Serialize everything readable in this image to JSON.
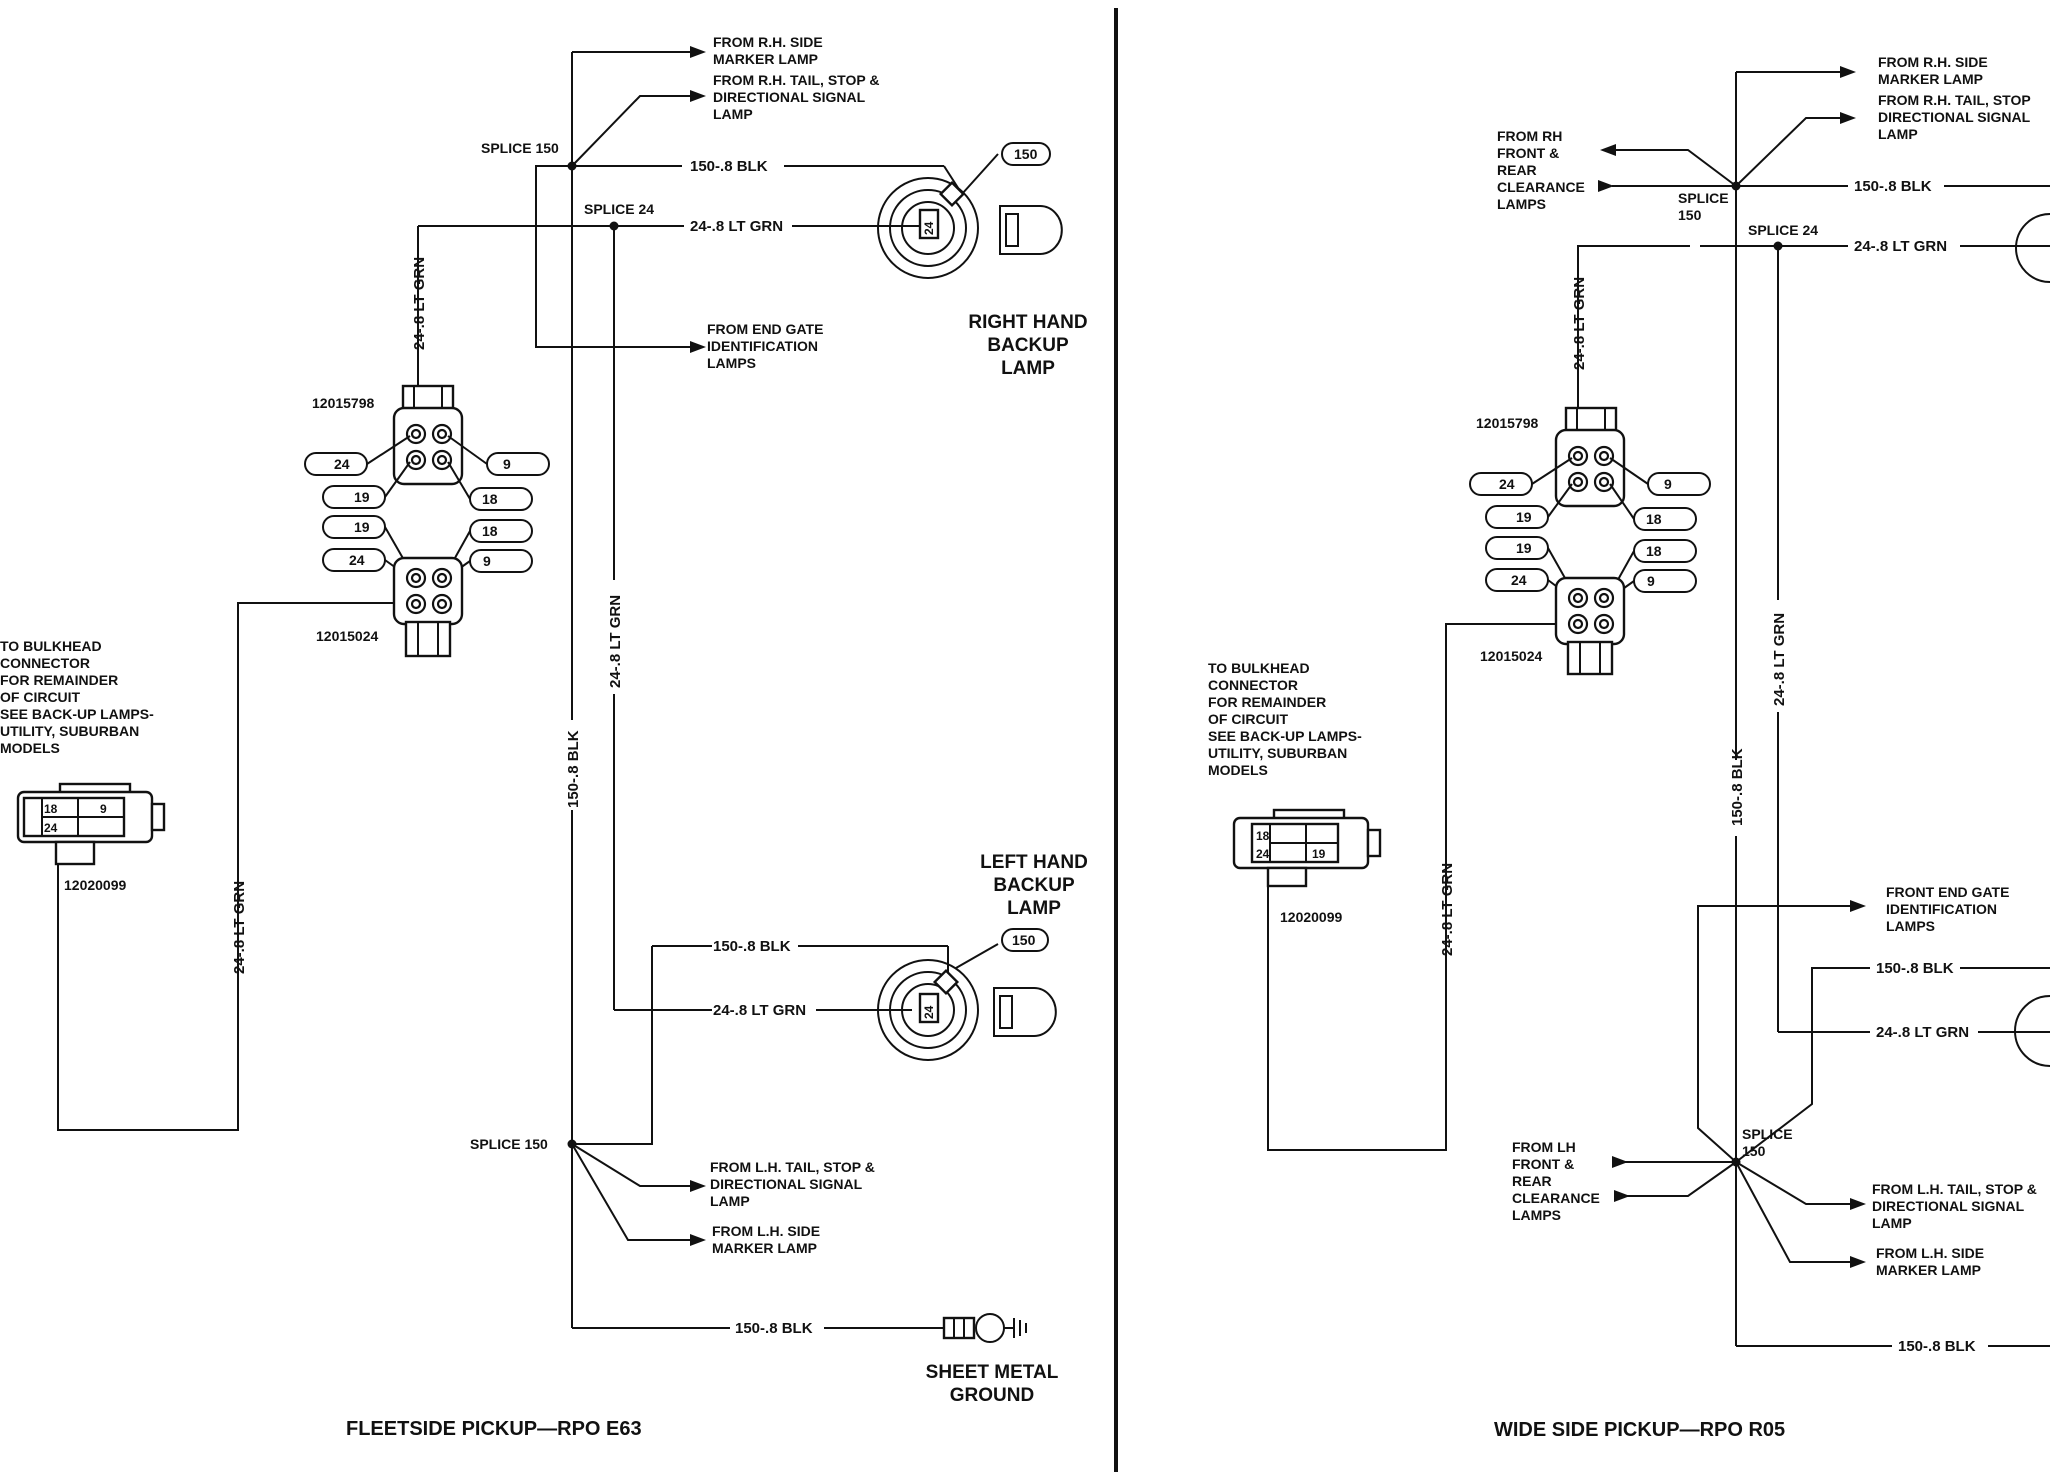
{
  "left": {
    "caption": "FLEETSIDE PICKUP—RPO E63",
    "rh_side_marker": [
      "FROM R.H. SIDE",
      "MARKER LAMP"
    ],
    "rh_tail": [
      "FROM R.H. TAIL, STOP &",
      "DIRECTIONAL SIGNAL",
      "LAMP"
    ],
    "splice150_top": "SPLICE 150",
    "splice24": "SPLICE 24",
    "wire_blk": "150-.8 BLK",
    "wire_grn": "24-.8 LT GRN",
    "end_gate": [
      "FROM END GATE",
      "IDENTIFICATION",
      "LAMPS"
    ],
    "rh_backup": [
      "RIGHT HAND",
      "BACKUP",
      "LAMP"
    ],
    "lh_backup": [
      "LEFT HAND",
      "BACKUP",
      "LAMP"
    ],
    "conn_upper": "12015798",
    "conn_lower": "12015024",
    "conn_bulkhead": "12020099",
    "pin_labels": [
      "24",
      "9",
      "19",
      "18"
    ],
    "term_150": "150",
    "term_24": "24",
    "bulkhead_pins": [
      "18",
      "9",
      "24"
    ],
    "bulkhead_note": [
      "TO BULKHEAD",
      "CONNECTOR",
      "FOR REMAINDER",
      "OF CIRCUIT",
      "SEE BACK-UP LAMPS-",
      "UTILITY, SUBURBAN",
      "MODELS"
    ],
    "splice150_bottom": "SPLICE 150",
    "lh_tail": [
      "FROM L.H. TAIL, STOP &",
      "DIRECTIONAL SIGNAL",
      "LAMP"
    ],
    "lh_side_marker": [
      "FROM L.H. SIDE",
      "MARKER LAMP"
    ],
    "ground": [
      "SHEET METAL",
      "GROUND"
    ]
  },
  "right": {
    "caption": "WIDE SIDE PICKUP—RPO R05",
    "rh_side_marker": [
      "FROM R.H. SIDE",
      "MARKER LAMP"
    ],
    "rh_tail": [
      "FROM R.H. TAIL, STOP",
      "DIRECTIONAL SIGNAL",
      "LAMP"
    ],
    "rh_clearance": [
      "FROM RH",
      "FRONT &",
      "REAR",
      "CLEARANCE",
      "LAMPS"
    ],
    "splice150_top": [
      "SPLICE",
      "150"
    ],
    "splice24": "SPLICE 24",
    "wire_blk": "150-.8 BLK",
    "wire_grn": "24-.8 LT GRN",
    "conn_upper": "12015798",
    "conn_lower": "12015024",
    "conn_bulkhead": "12020099",
    "bulkhead_pins": [
      "18",
      "24",
      "19"
    ],
    "bulkhead_note": [
      "TO BULKHEAD",
      "CONNECTOR",
      "FOR REMAINDER",
      "OF CIRCUIT",
      "SEE BACK-UP LAMPS-",
      "UTILITY, SUBURBAN",
      "MODELS"
    ],
    "front_end_gate": [
      "FRONT END GATE",
      "IDENTIFICATION",
      "LAMPS"
    ],
    "lh_clearance": [
      "FROM LH",
      "FRONT &",
      "REAR",
      "CLEARANCE",
      "LAMPS"
    ],
    "splice150_bottom": [
      "SPLICE",
      "150"
    ],
    "lh_tail": [
      "FROM L.H. TAIL, STOP &",
      "DIRECTIONAL SIGNAL",
      "LAMP"
    ],
    "lh_side_marker": [
      "FROM L.H. SIDE",
      "MARKER LAMP"
    ]
  }
}
